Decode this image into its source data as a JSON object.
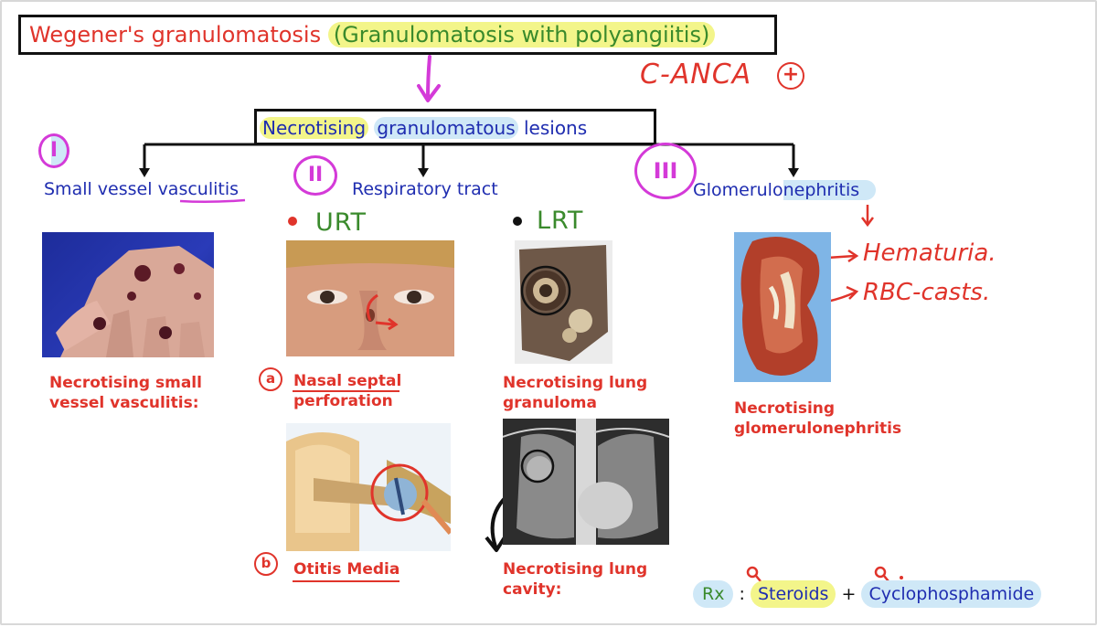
{
  "title": {
    "main": "Wegener's granulomatosis",
    "alt": "(Granulomatosis with polyangiitis)"
  },
  "canca": "C-ANCA",
  "canca_sign": "+",
  "center_box": {
    "word1": "Necrotising",
    "word2": "granulomatous",
    "word3": "lesions"
  },
  "branches": [
    {
      "numeral": "I",
      "label_pre": "Small vessel ",
      "label_ul": "vasculi",
      "label_post": "tis"
    },
    {
      "numeral": "II",
      "label": "Respiratory tract"
    },
    {
      "numeral": "III",
      "label_pre": "Glomerulo",
      "label_hl": "nephritis"
    }
  ],
  "urt": "URT",
  "lrt": "LRT",
  "captions": {
    "hand": [
      "Necrotising small",
      "vessel vasculitis:"
    ],
    "nasal": [
      "Nasal septal",
      "perforation"
    ],
    "nasal_marker": "a",
    "otitis": "Otitis Media",
    "otitis_marker": "b",
    "lung": [
      "Necrotising lung",
      "granuloma"
    ],
    "cavity": [
      "Necrotising lung",
      "cavity:"
    ],
    "kidney": [
      "Necrotising",
      "glomerulonephritis"
    ]
  },
  "kidney_findings": [
    "Hematuria.",
    "RBC-casts."
  ],
  "treatment": {
    "rx": "Rx",
    "colon": ":",
    "drug1": "Steroids",
    "plus": "+",
    "drug2": "Cyclophosphamide"
  },
  "colors": {
    "red": "#e0342b",
    "blue": "#1f2db0",
    "magenta": "#d43ad8",
    "green": "#3a8a2c",
    "yellow_highlight": "#f3f58a",
    "blue_highlight": "#cfe8f7"
  }
}
